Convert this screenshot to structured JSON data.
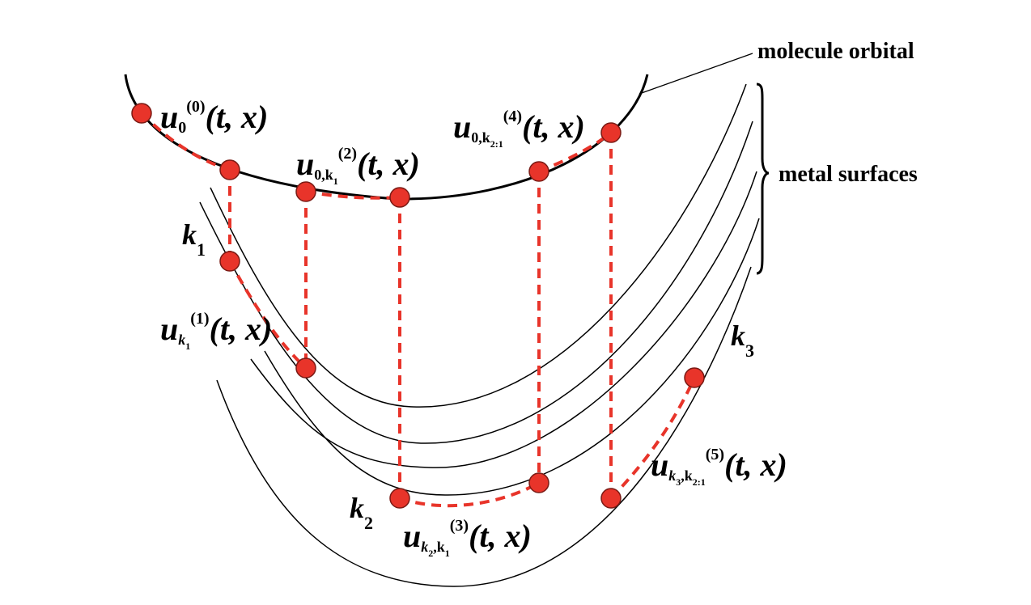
{
  "labels": {
    "molecule_orbital": "molecule orbital",
    "metal_surfaces": "metal surfaces",
    "k1": {
      "base": "k",
      "sub": "1"
    },
    "k2": {
      "base": "k",
      "sub": "2"
    },
    "k3": {
      "base": "k",
      "sub": "3"
    },
    "u0": {
      "u": "u",
      "sub": "0",
      "sup": "(0)",
      "args": "(t, x)"
    },
    "u1": {
      "u": "u",
      "sub": "k",
      "subsub": "1",
      "sup": "(1)",
      "args": "(t, x)"
    },
    "u2": {
      "u": "u",
      "sub": "0,k",
      "subsub": "1",
      "sup": "(2)",
      "args": "(t, x)"
    },
    "u3": {
      "u": "u",
      "sub": "k",
      "subsub": "2",
      "sub2": ",k",
      "subsub2": "1",
      "sup": "(3)",
      "args": "(t, x)"
    },
    "u4": {
      "u": "u",
      "sub": "0,k",
      "subsub": "2:1",
      "sup": "(4)",
      "args": "(t, x)"
    },
    "u5": {
      "u": "u",
      "sub": "k",
      "subsub": "3",
      "sub2": ",k",
      "subsub2": "2:1",
      "sup": "(5)",
      "args": "(t, x)"
    }
  },
  "colors": {
    "path": "#e8342a",
    "curves": "#000000"
  }
}
